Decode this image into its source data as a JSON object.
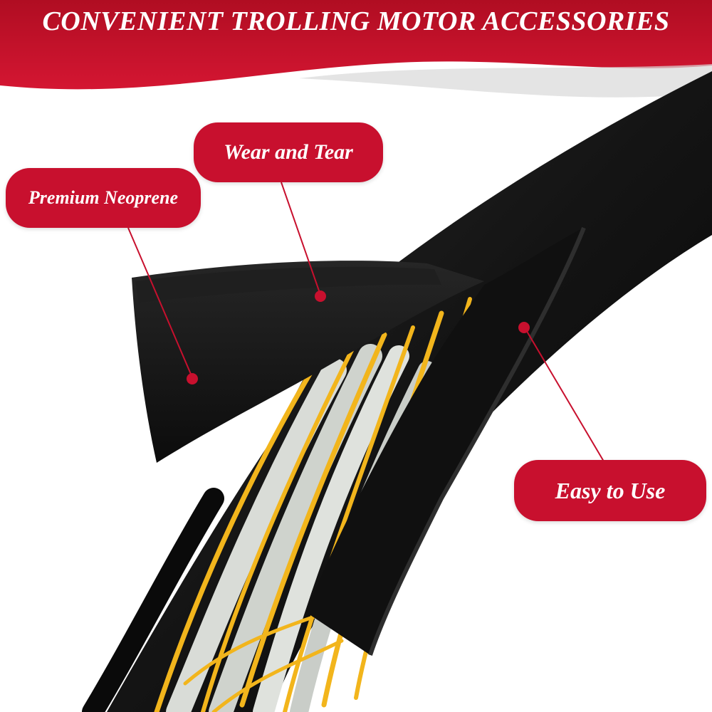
{
  "title": "CONVENIENT TROLLING MOTOR ACCESSORIES",
  "callouts": {
    "wear_and_tear": "Wear and Tear",
    "premium_neoprene": "Premium Neoprene",
    "easy_to_use": "Easy to Use"
  },
  "colors": {
    "brand_red": "#c8102e",
    "sleeve_black": "#141414",
    "wire_yellow": "#f2b51c",
    "wire_white": "#d9dcd7"
  }
}
